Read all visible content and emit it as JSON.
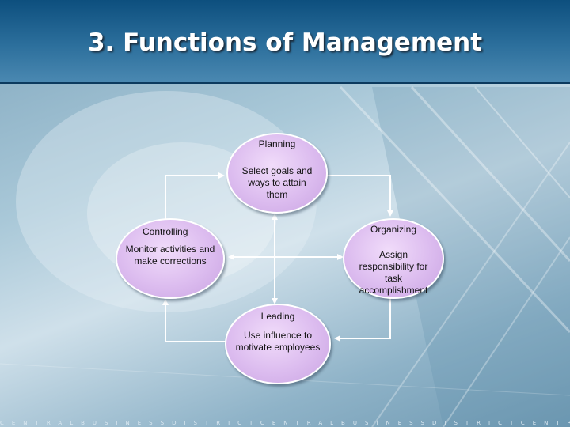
{
  "slide": {
    "title": "3. Functions of Management",
    "footer": "CENTRALBUSINESSDISTRICTCENTRALBUSINESSDISTRICTCENTRA"
  },
  "diagram": {
    "nodes": [
      {
        "id": "planning",
        "title": "Planning",
        "description": "Select goals and ways to attain them"
      },
      {
        "id": "organizing",
        "title": "Organizing",
        "description": "Assign responsibility for task accomplishment"
      },
      {
        "id": "leading",
        "title": "Leading",
        "description": "Use influence to motivate employees"
      },
      {
        "id": "controlling",
        "title": "Controlling",
        "description": "Monitor activities and make corrections"
      }
    ],
    "colors": {
      "node_fill": "#dcbcef",
      "node_border": "#ffffff",
      "arrow": "#ffffff",
      "title_bar": "#1f6290"
    }
  }
}
